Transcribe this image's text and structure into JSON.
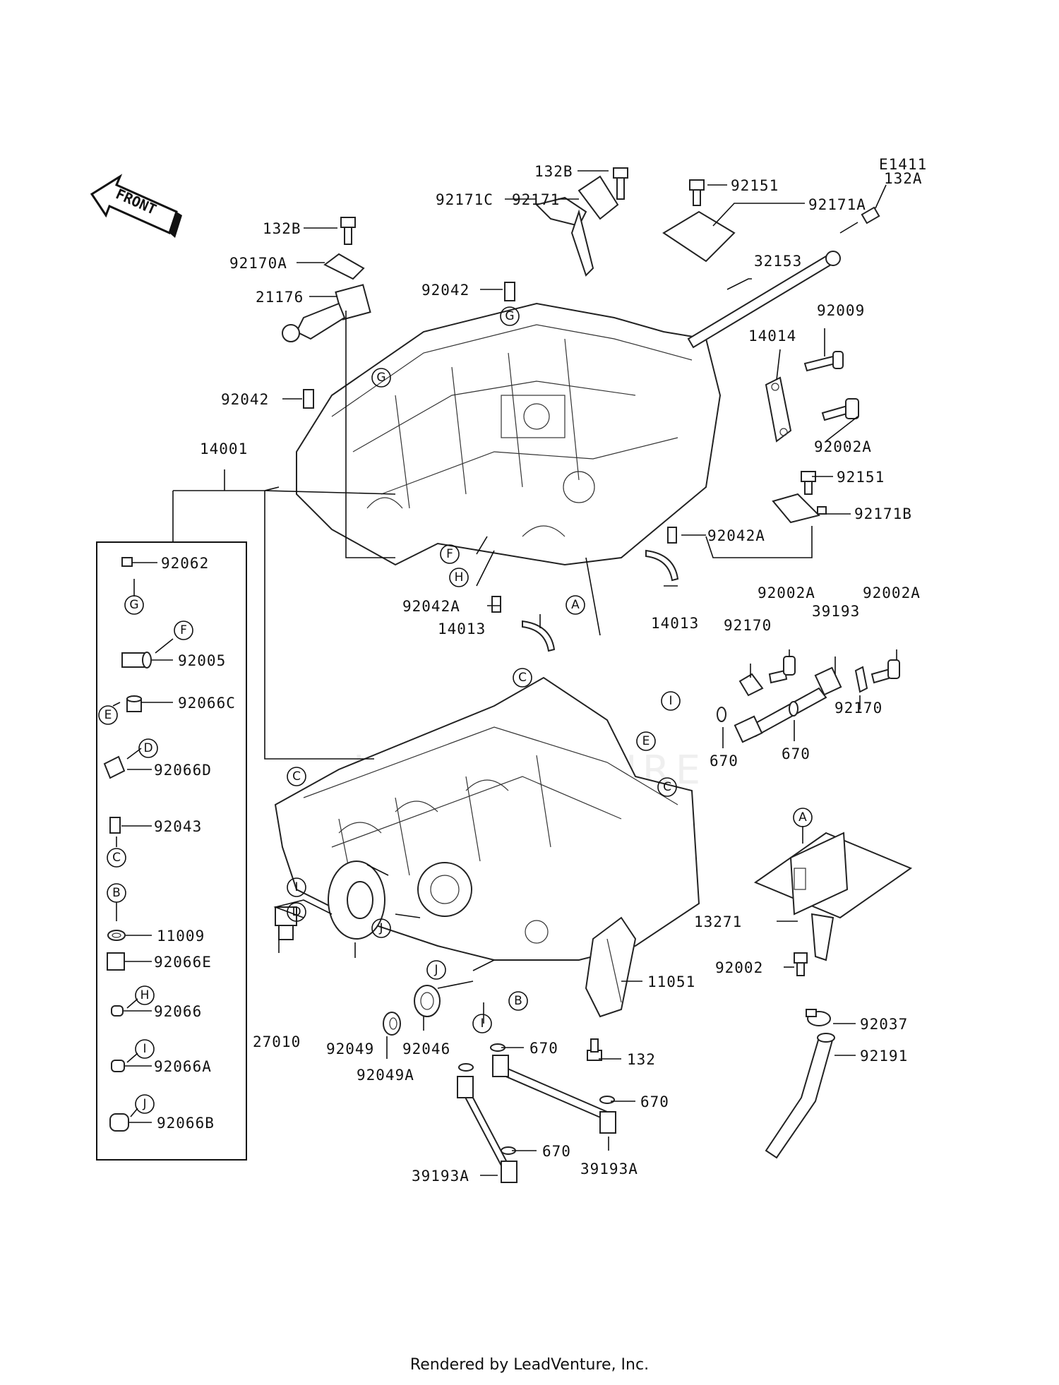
{
  "diagram_code": "E1411",
  "front_label": "FRONT",
  "watermark": "LEADVENTURE",
  "footer": "Rendered by LeadVenture, Inc.",
  "labels": {
    "132B_a": "132B",
    "132B_b": "132B",
    "92171": "92171",
    "92171C": "92171C",
    "92151_a": "92151",
    "92171A": "92171A",
    "132A": "132A",
    "32153": "32153",
    "92170A": "92170A",
    "21176": "21176",
    "92042_a": "92042",
    "92042_b": "92042",
    "92009": "92009",
    "14014": "14014",
    "92002A_a": "92002A",
    "14001": "14001",
    "92151_b": "92151",
    "92171B": "92171B",
    "92042A_a": "92042A",
    "92042A_b": "92042A",
    "14013_a": "14013",
    "14013_b": "14013",
    "92062": "92062",
    "92005": "92005",
    "92066C": "92066C",
    "92066D": "92066D",
    "92043": "92043",
    "11009": "11009",
    "92066E": "92066E",
    "92066": "92066",
    "92066A": "92066A",
    "92066B": "92066B",
    "92002A_b": "92002A",
    "92002A_c": "92002A",
    "92170_a": "92170",
    "39193": "39193",
    "92170_b": "92170",
    "670_a": "670",
    "670_b": "670",
    "13271": "13271",
    "92002": "92002",
    "92037": "92037",
    "92191": "92191",
    "11051": "11051",
    "132": "132",
    "670_c": "670",
    "670_d": "670",
    "670_e": "670",
    "39193A_a": "39193A",
    "39193A_b": "39193A",
    "27010": "27010",
    "92049": "92049",
    "92049A": "92049A",
    "92046": "92046"
  },
  "markers": {
    "G": "G",
    "F": "F",
    "H": "H",
    "A": "A",
    "C": "C",
    "I": "I",
    "E": "E",
    "D": "D",
    "J": "J",
    "B": "B"
  }
}
